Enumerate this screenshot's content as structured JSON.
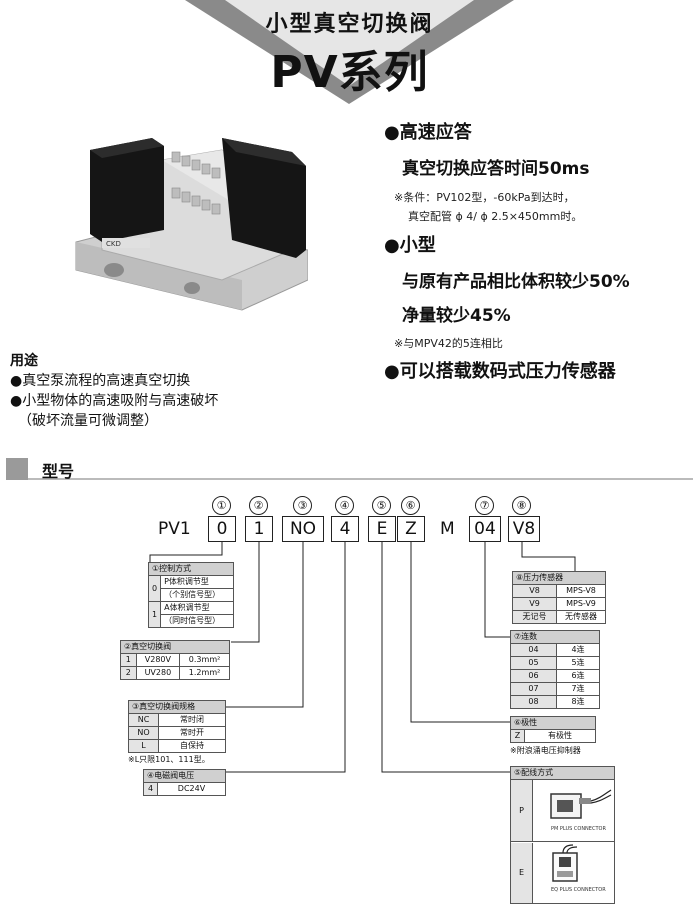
{
  "header": {
    "subtitle": "小型真空切换阀",
    "title": "PV系列"
  },
  "features": [
    {
      "bullet": "●",
      "label": "高速应答"
    },
    {
      "label": "真空切换应答时间50ms"
    },
    {
      "note1": "※条件：PV102型，-60kPa到达时，",
      "note2": "真空配管 ϕ 4/ ϕ 2.5×450mm时。"
    },
    {
      "bullet": "●",
      "label": "小型"
    },
    {
      "label": "与原有产品相比体积较少50%"
    },
    {
      "label": "净量较少45%"
    },
    {
      "note": "※与MPV42的5连相比"
    },
    {
      "bullet": "●",
      "label": "可以搭载数码式压力传感器"
    }
  ],
  "product_label": "CKD",
  "usage": {
    "heading": "用途",
    "items": [
      "●真空泵流程的高速真空切换",
      "●小型物体的高速吸附与高速破坏",
      "（破坏流量可微调整）"
    ]
  },
  "section": {
    "title": "型号"
  },
  "model_code": {
    "prefix": "PV1",
    "numbers": [
      "①",
      "②",
      "③",
      "④",
      "⑤",
      "⑥",
      "⑦",
      "⑧"
    ],
    "segments": [
      "0",
      "1",
      "NO",
      "4",
      "E",
      "Z",
      "04",
      "V8"
    ],
    "fixed_m": "M"
  },
  "tables": {
    "control": {
      "title": "①控制方式",
      "rows": [
        {
          "code": "0",
          "desc1": "P体积调节型",
          "desc2": "（个别信号型）"
        },
        {
          "code": "1",
          "desc1": "A体积调节型",
          "desc2": "（同时信号型）"
        }
      ]
    },
    "valve": {
      "title": "②真空切换阀",
      "rows": [
        {
          "code": "1",
          "model": "V280V",
          "size": "0.3mm²"
        },
        {
          "code": "2",
          "model": "UV280",
          "size": "1.2mm²"
        }
      ]
    },
    "spec": {
      "title": "③真空切换阀规格",
      "rows": [
        {
          "code": "NC",
          "desc": "常时闭"
        },
        {
          "code": "NO",
          "desc": "常时开"
        },
        {
          "code": "L",
          "desc": "自保持"
        }
      ],
      "footnote": "※L只限101、111型。"
    },
    "voltage": {
      "title": "④电磁阀电压",
      "rows": [
        {
          "code": "4",
          "desc": "DC24V"
        }
      ]
    },
    "sensor": {
      "title": "⑧压力传感器",
      "rows": [
        {
          "code": "V8",
          "desc": "MPS-V8"
        },
        {
          "code": "V9",
          "desc": "MPS-V9"
        },
        {
          "code": "无记号",
          "desc": "无传感器"
        }
      ]
    },
    "stations": {
      "title": "⑦连数",
      "rows": [
        {
          "code": "04",
          "desc": "4连"
        },
        {
          "code": "05",
          "desc": "5连"
        },
        {
          "code": "06",
          "desc": "6连"
        },
        {
          "code": "07",
          "desc": "7连"
        },
        {
          "code": "08",
          "desc": "8连"
        }
      ]
    },
    "polarity": {
      "title": "⑥极性",
      "rows": [
        {
          "code": "Z",
          "desc": "有极性"
        }
      ],
      "footnote": "※附浪涌电压抑制器"
    },
    "wiring": {
      "title": "⑤配线方式",
      "rows": [
        {
          "code": "P",
          "caption": "PM PLUS CONNECTOR"
        },
        {
          "code": "E",
          "caption": "EQ PLUS CONNECTOR"
        }
      ]
    }
  }
}
